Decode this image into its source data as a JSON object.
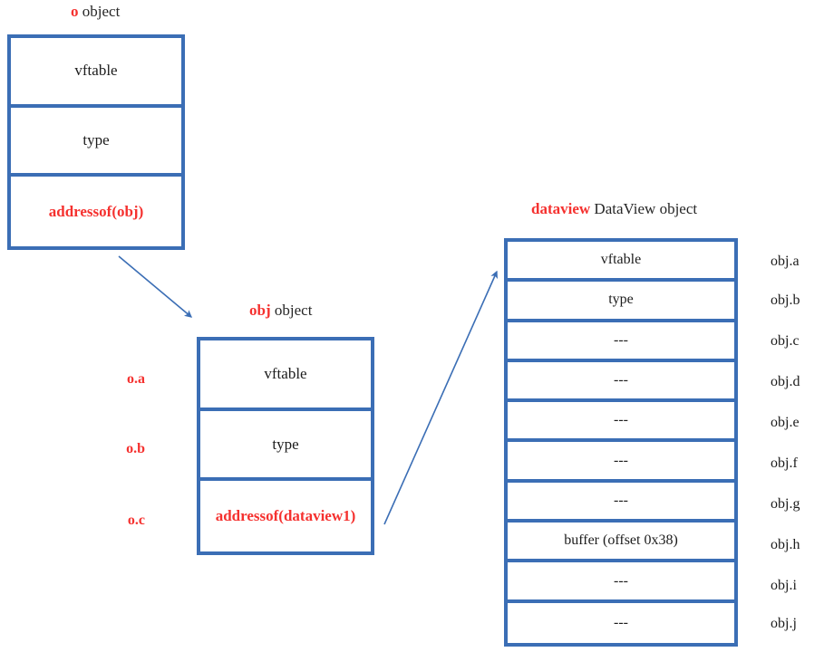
{
  "diagram": {
    "title_o": {
      "accent": "o",
      "rest": " object"
    },
    "title_obj": {
      "accent": "obj",
      "rest": " object"
    },
    "title_dataview": {
      "accent": "dataview",
      "rest": " DataView object"
    },
    "colors": {
      "box_border": "#3b6eb5",
      "accent_red": "#f5312f",
      "text": "#1c1c1c",
      "arrow": "#3b6eb5",
      "background": "#ffffff"
    }
  },
  "box_o": {
    "rows": [
      {
        "text": "vftable",
        "pointer": false
      },
      {
        "text": "type",
        "pointer": false
      },
      {
        "text": "addressof(obj)",
        "pointer": true
      }
    ]
  },
  "box_obj": {
    "left_labels": [
      "o.a",
      "o.b",
      "o.c"
    ],
    "rows": [
      {
        "text": "vftable",
        "pointer": false
      },
      {
        "text": "type",
        "pointer": false
      },
      {
        "text": "addressof(dataview1)",
        "pointer": true
      }
    ]
  },
  "box_dataview": {
    "rows": [
      {
        "text": "vftable",
        "label": "obj.a"
      },
      {
        "text": "type",
        "label": "obj.b"
      },
      {
        "text": "---",
        "label": "obj.c"
      },
      {
        "text": "---",
        "label": "obj.d"
      },
      {
        "text": "---",
        "label": "obj.e"
      },
      {
        "text": "---",
        "label": "obj.f"
      },
      {
        "text": "---",
        "label": "obj.g"
      },
      {
        "text": "buffer (offset 0x38)",
        "label": "obj.h"
      },
      {
        "text": "---",
        "label": "obj.i"
      },
      {
        "text": "---",
        "label": "obj.j"
      }
    ]
  },
  "arrows": [
    {
      "name": "o-to-obj"
    },
    {
      "name": "obj-to-dataview"
    }
  ]
}
